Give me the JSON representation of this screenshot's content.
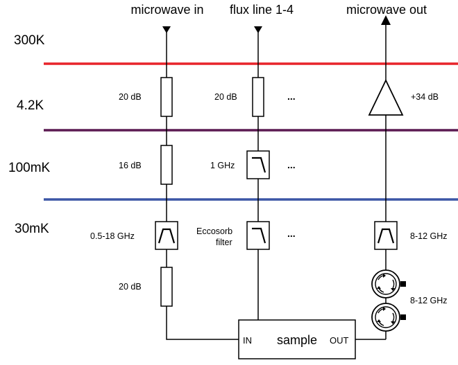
{
  "headers": {
    "microwave_in": "microwave in",
    "flux_line": "flux line 1-4",
    "microwave_out": "microwave out"
  },
  "stages": {
    "s300k": "300K",
    "s4k": "4.2K",
    "s100mk": "100mK",
    "s30mk": "30mK"
  },
  "stage_line_colors": {
    "s300k": "#e8242a",
    "s4k": "#5b1a52",
    "s100mk": "#3b56a6"
  },
  "input_line": {
    "att_4k": "20 dB",
    "att_100mk": "16 dB",
    "bandpass": "0.5-18 GHz",
    "att_30mk": "20 dB"
  },
  "flux_line": {
    "att_4k": "20 dB",
    "lowpass_100mk": "1 GHz",
    "eccosorb_line1": "Eccosorb",
    "eccosorb_line2": "filter",
    "ellipsis": "..."
  },
  "output_line": {
    "amplifier": "+34 dB",
    "bandpass": "8-12 GHz",
    "circulators": "8-12 GHz"
  },
  "sample": {
    "label": "sample",
    "in_port": "IN",
    "out_port": "OUT"
  }
}
